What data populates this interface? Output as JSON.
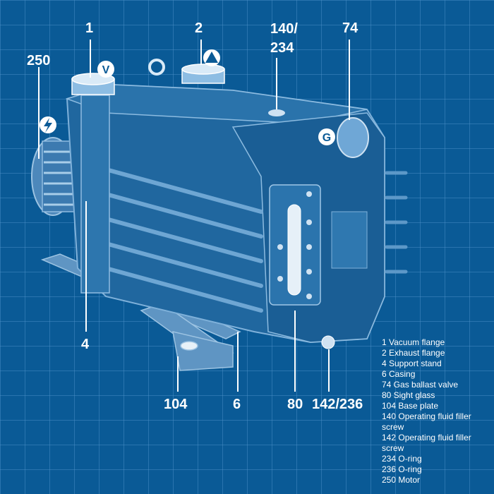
{
  "callouts": {
    "c1": "1",
    "c2": "2",
    "c140": "140/\n234",
    "c74": "74",
    "c250": "250",
    "c4": "4",
    "c104": "104",
    "c6": "6",
    "c80": "80",
    "c142": "142/236"
  },
  "legend": [
    "1 Vacuum flange",
    "2 Exhaust flange",
    "4 Support stand",
    "6 Casing",
    "74 Gas ballast valve",
    "80 Sight glass",
    "104 Base plate",
    "140 Operating fluid filler screw",
    "142 Operating fluid filler screw",
    "234 O-ring",
    "236 O-ring",
    "250 Motor"
  ],
  "symbols": {
    "vacuum": "V",
    "gas_ballast": "G"
  },
  "colors": {
    "background": "#0a5a96",
    "grid": "#3f86bf",
    "text": "#ffffff"
  }
}
